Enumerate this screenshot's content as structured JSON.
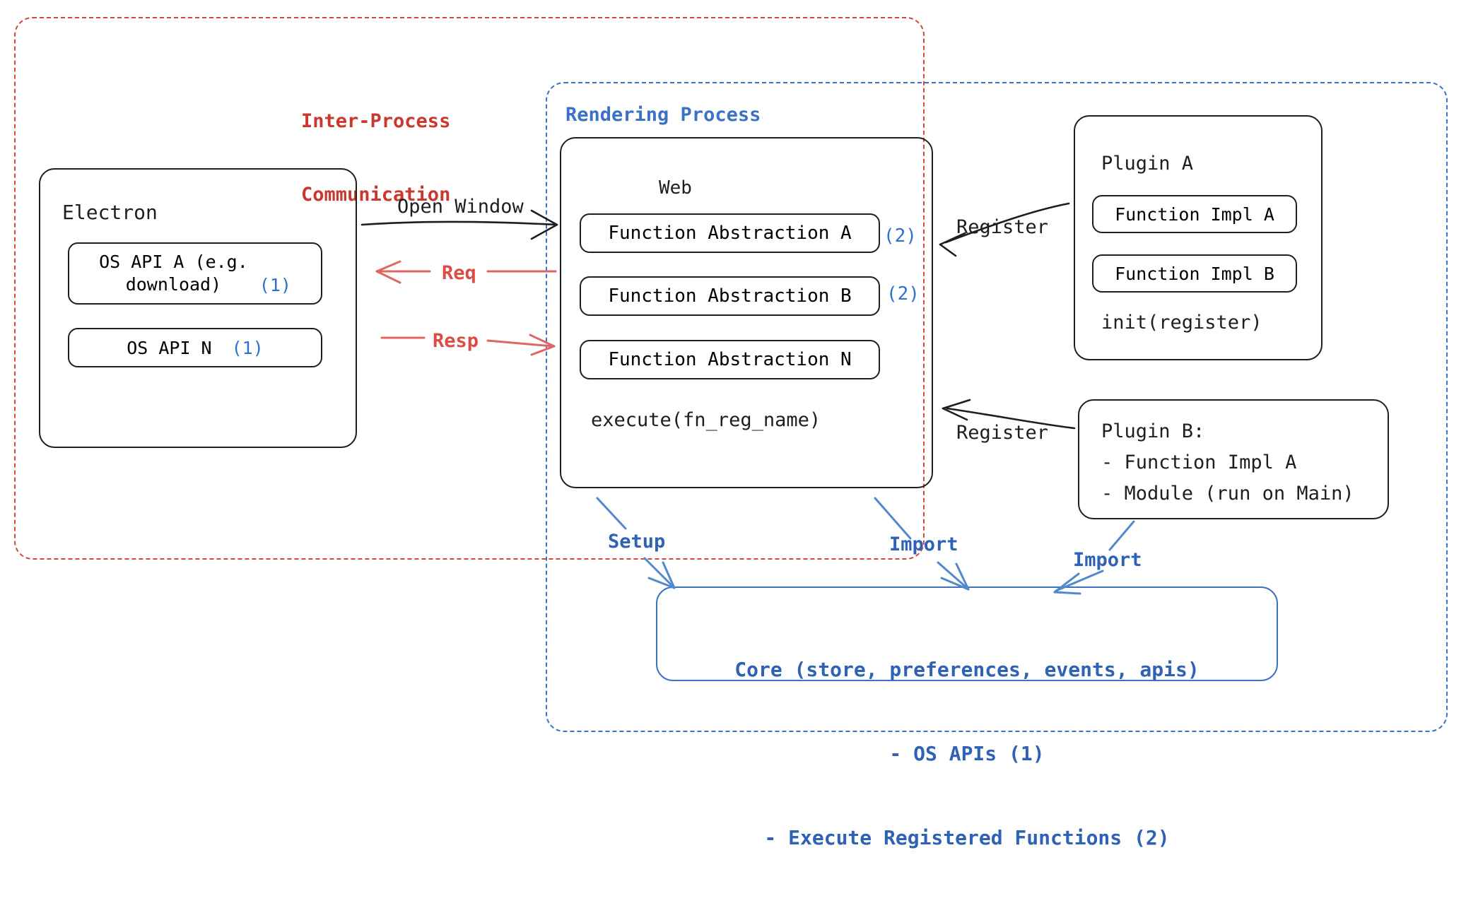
{
  "diagram": {
    "title_semantic": "electron-plugin-architecture",
    "colors": {
      "red": "#c8382f",
      "blue": "#3b72c4",
      "blue_strong": "#2f62b5",
      "ink": "#1e1e1e",
      "background": "#ffffff"
    }
  },
  "boundaries": {
    "ipc": {
      "label": "Inter-Process\nCommunication",
      "line1": "Inter-Process",
      "line2": "Communication",
      "style": "dashed",
      "color": "#d0473c"
    },
    "rendering": {
      "label": "Rendering Process",
      "style": "dashed",
      "color": "#3b72c4"
    }
  },
  "electron": {
    "title": "Electron",
    "apis": [
      {
        "label": "OS API A (e.g.\ndownload)",
        "line1": "OS API A (e.g.",
        "line2": "download)",
        "marker": "(1)"
      },
      {
        "label": "OS API N",
        "line1": "OS API N",
        "line2": "",
        "marker": "(1)"
      }
    ]
  },
  "web": {
    "title": "Web",
    "abstractions": [
      {
        "label": "Function Abstraction A",
        "marker": "(2)"
      },
      {
        "label": "Function Abstraction B",
        "marker": "(2)"
      },
      {
        "label": "Function Abstraction N",
        "marker": ""
      }
    ],
    "method": "execute(fn_reg_name)"
  },
  "plugin_a": {
    "title": "Plugin A",
    "functions": [
      {
        "label": "Function Impl A"
      },
      {
        "label": "Function Impl B"
      }
    ],
    "method": "init(register)"
  },
  "plugin_b": {
    "title": "Plugin B:",
    "lines": [
      "- Function Impl A",
      "- Module (run on Main)"
    ]
  },
  "core": {
    "lines": [
      "Core (store, preferences, events, apis)",
      "- OS APIs (1)",
      "- Execute Registered Functions (2)"
    ]
  },
  "arrows": {
    "open_window": {
      "label": "Open Window",
      "color": "#1e1e1e"
    },
    "req": {
      "label": "Req",
      "color": "#e06666"
    },
    "resp": {
      "label": "Resp",
      "color": "#e06666"
    },
    "register_a": {
      "label": "Register",
      "color": "#1e1e1e"
    },
    "register_b": {
      "label": "Register",
      "color": "#1e1e1e"
    },
    "setup": {
      "label": "Setup",
      "color": "#3b72c4"
    },
    "import_web": {
      "label": "Import",
      "color": "#3b72c4"
    },
    "import_plugin_b": {
      "label": "Import",
      "color": "#3b72c4"
    }
  }
}
